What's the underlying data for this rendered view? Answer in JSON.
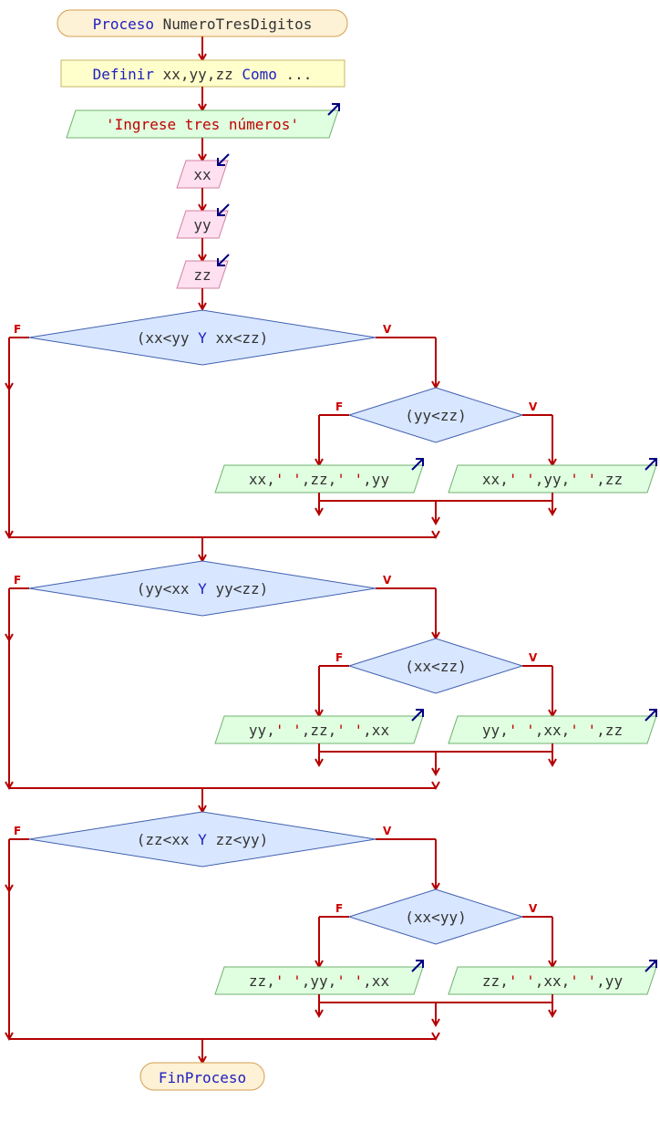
{
  "colors": {
    "edge": "#b40000",
    "io_arrow": "#000080",
    "keyword": "#2020c0",
    "var": "#333333",
    "string": "#c00000",
    "terminal_fill": "#fdf1d6",
    "terminal_stroke": "#d4a050",
    "define_fill": "#ffffcc",
    "define_stroke": "#c8b464",
    "output_fill": "#e0ffe0",
    "output_stroke": "#70b070",
    "input_fill": "#ffe0f0",
    "input_stroke": "#d080a0",
    "decision_fill": "#d8e6ff",
    "decision_stroke": "#4060b0"
  },
  "start": {
    "keyword": "Proceso",
    "name": "NumeroTresDigitos"
  },
  "define": {
    "keyword": "Definir",
    "vars": "xx,yy,zz",
    "como": "Como",
    "ellipsis": "..."
  },
  "prompt": "'Ingrese tres números'",
  "inputs": [
    "xx",
    "yy",
    "zz"
  ],
  "branch_false": "F",
  "branch_true": "V",
  "blocks": [
    {
      "outer": {
        "open": "(xx<yy",
        "and": "Y",
        "close": "xx<zz)"
      },
      "inner": "(yy<zz)",
      "out_false": [
        {
          "t": "v",
          "s": "xx,"
        },
        {
          "t": "s",
          "s": "' '"
        },
        {
          "t": "v",
          "s": ",zz,"
        },
        {
          "t": "s",
          "s": "' '"
        },
        {
          "t": "v",
          "s": ",yy"
        }
      ],
      "out_true": [
        {
          "t": "v",
          "s": "xx,"
        },
        {
          "t": "s",
          "s": "' '"
        },
        {
          "t": "v",
          "s": ",yy,"
        },
        {
          "t": "s",
          "s": "' '"
        },
        {
          "t": "v",
          "s": ",zz"
        }
      ]
    },
    {
      "outer": {
        "open": "(yy<xx",
        "and": "Y",
        "close": "yy<zz)"
      },
      "inner": "(xx<zz)",
      "out_false": [
        {
          "t": "v",
          "s": "yy,"
        },
        {
          "t": "s",
          "s": "' '"
        },
        {
          "t": "v",
          "s": ",zz,"
        },
        {
          "t": "s",
          "s": "' '"
        },
        {
          "t": "v",
          "s": ",xx"
        }
      ],
      "out_true": [
        {
          "t": "v",
          "s": "yy,"
        },
        {
          "t": "s",
          "s": "' '"
        },
        {
          "t": "v",
          "s": ",xx,"
        },
        {
          "t": "s",
          "s": "' '"
        },
        {
          "t": "v",
          "s": ",zz"
        }
      ]
    },
    {
      "outer": {
        "open": "(zz<xx",
        "and": "Y",
        "close": "zz<yy)"
      },
      "inner": "(xx<yy)",
      "out_false": [
        {
          "t": "v",
          "s": "zz,"
        },
        {
          "t": "s",
          "s": "' '"
        },
        {
          "t": "v",
          "s": ",yy,"
        },
        {
          "t": "s",
          "s": "' '"
        },
        {
          "t": "v",
          "s": ",xx"
        }
      ],
      "out_true": [
        {
          "t": "v",
          "s": "zz,"
        },
        {
          "t": "s",
          "s": "' '"
        },
        {
          "t": "v",
          "s": ",xx,"
        },
        {
          "t": "s",
          "s": "' '"
        },
        {
          "t": "v",
          "s": ",yy"
        }
      ]
    }
  ],
  "end": "FinProceso"
}
